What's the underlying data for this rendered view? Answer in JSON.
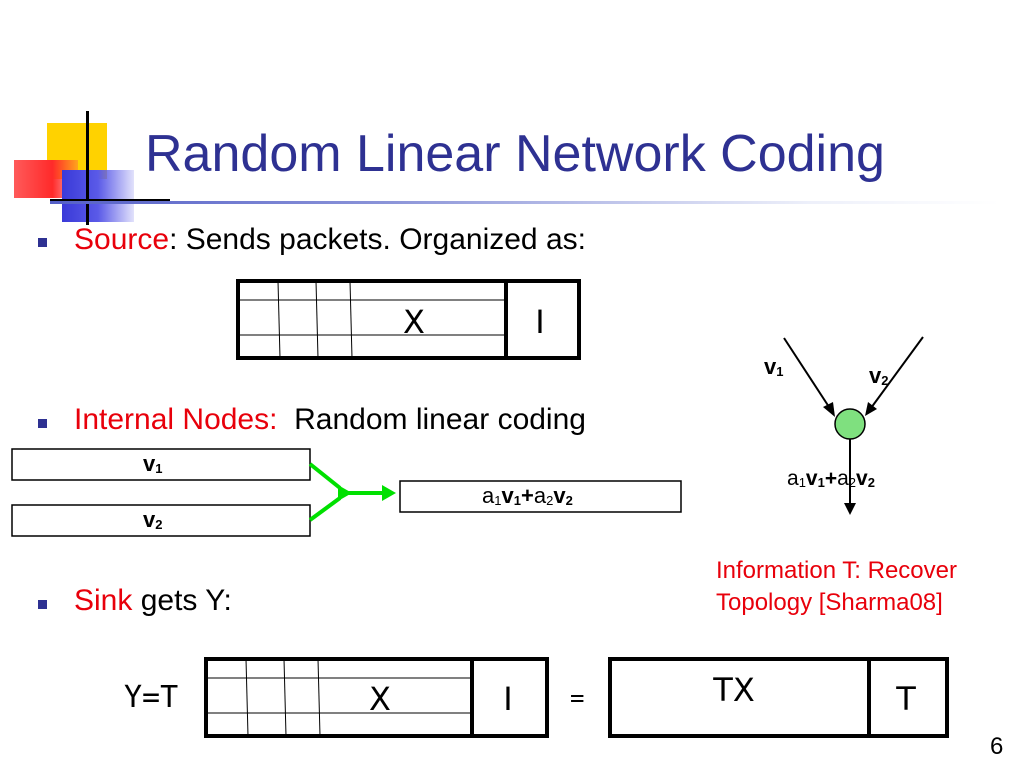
{
  "slide": {
    "title": "Random Linear Network Coding",
    "page_number": "6"
  },
  "bullets": [
    {
      "highlight": "Source",
      "rest": ": Sends packets.  Organized as:"
    },
    {
      "highlight": "Internal Nodes:",
      "rest": "Random linear coding"
    },
    {
      "highlight": "Sink",
      "rest": " gets Y:"
    }
  ],
  "source_packet": {
    "x_label": "X",
    "i_label": "I"
  },
  "coding": {
    "v": "v",
    "one": "1",
    "two": "2",
    "a": "a",
    "plus": "+"
  },
  "node_diagram": {
    "node_color": "#7fe07f"
  },
  "info_note": {
    "line1": "Information T: Recover",
    "line2": "Topology  [Sharma08]"
  },
  "sink_eq": {
    "lhs": "Y=T",
    "x_label": "X",
    "i_label": "I",
    "equals": "=",
    "tx_label": "TX",
    "t_label": "T"
  },
  "colors": {
    "title": "#2e3192",
    "highlight": "#e8000b",
    "green_arrow": "#00e000"
  }
}
